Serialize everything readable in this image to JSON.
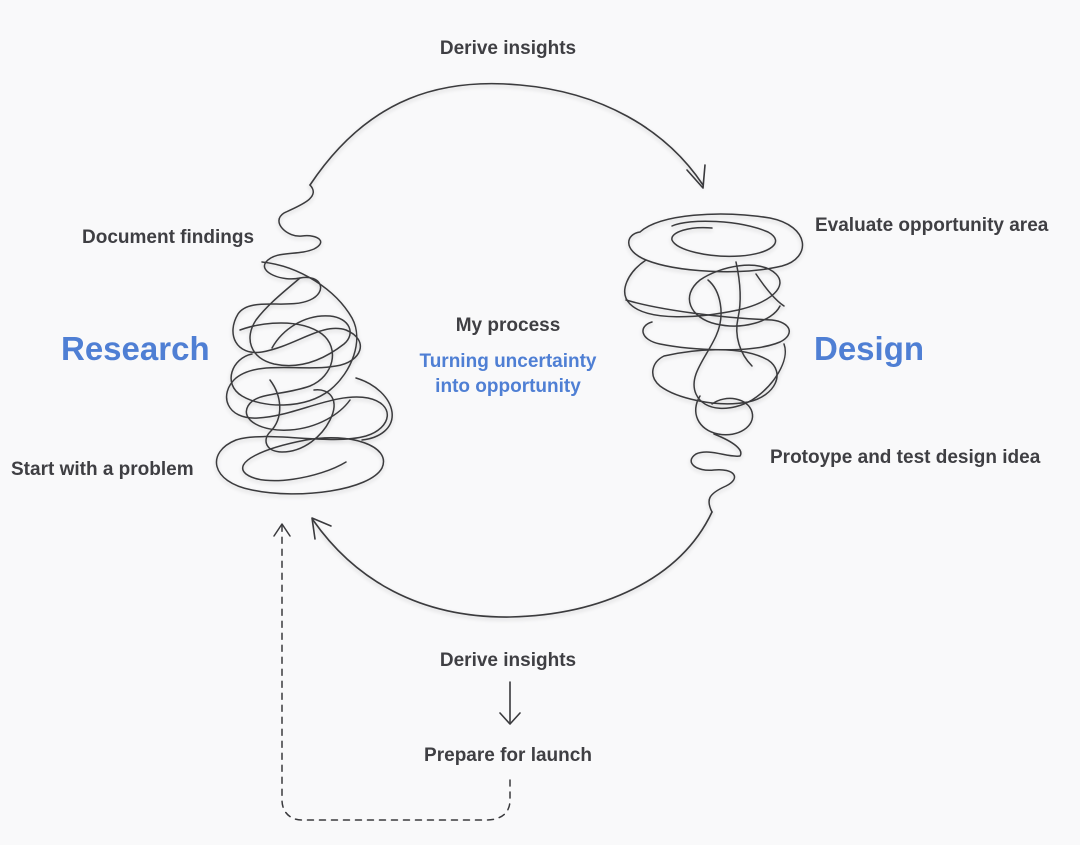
{
  "diagram": {
    "center": {
      "title": "My process",
      "tagline_line1": "Turning uncertainty",
      "tagline_line2": "into opportunity"
    },
    "stages": {
      "research": "Research",
      "design": "Design"
    },
    "steps": {
      "top_transition": "Derive insights",
      "document_findings": "Document findings",
      "start_problem": "Start with a problem",
      "evaluate_area": "Evaluate opportunity area",
      "prototype_test": "Protoype and test design idea",
      "bottom_transition": "Derive insights",
      "prepare_launch": "Prepare for launch"
    },
    "colors": {
      "accent": "#4f7fd4",
      "text": "#3f3f43",
      "line": "#3a3a3d",
      "background": "#f9f9fa"
    }
  }
}
